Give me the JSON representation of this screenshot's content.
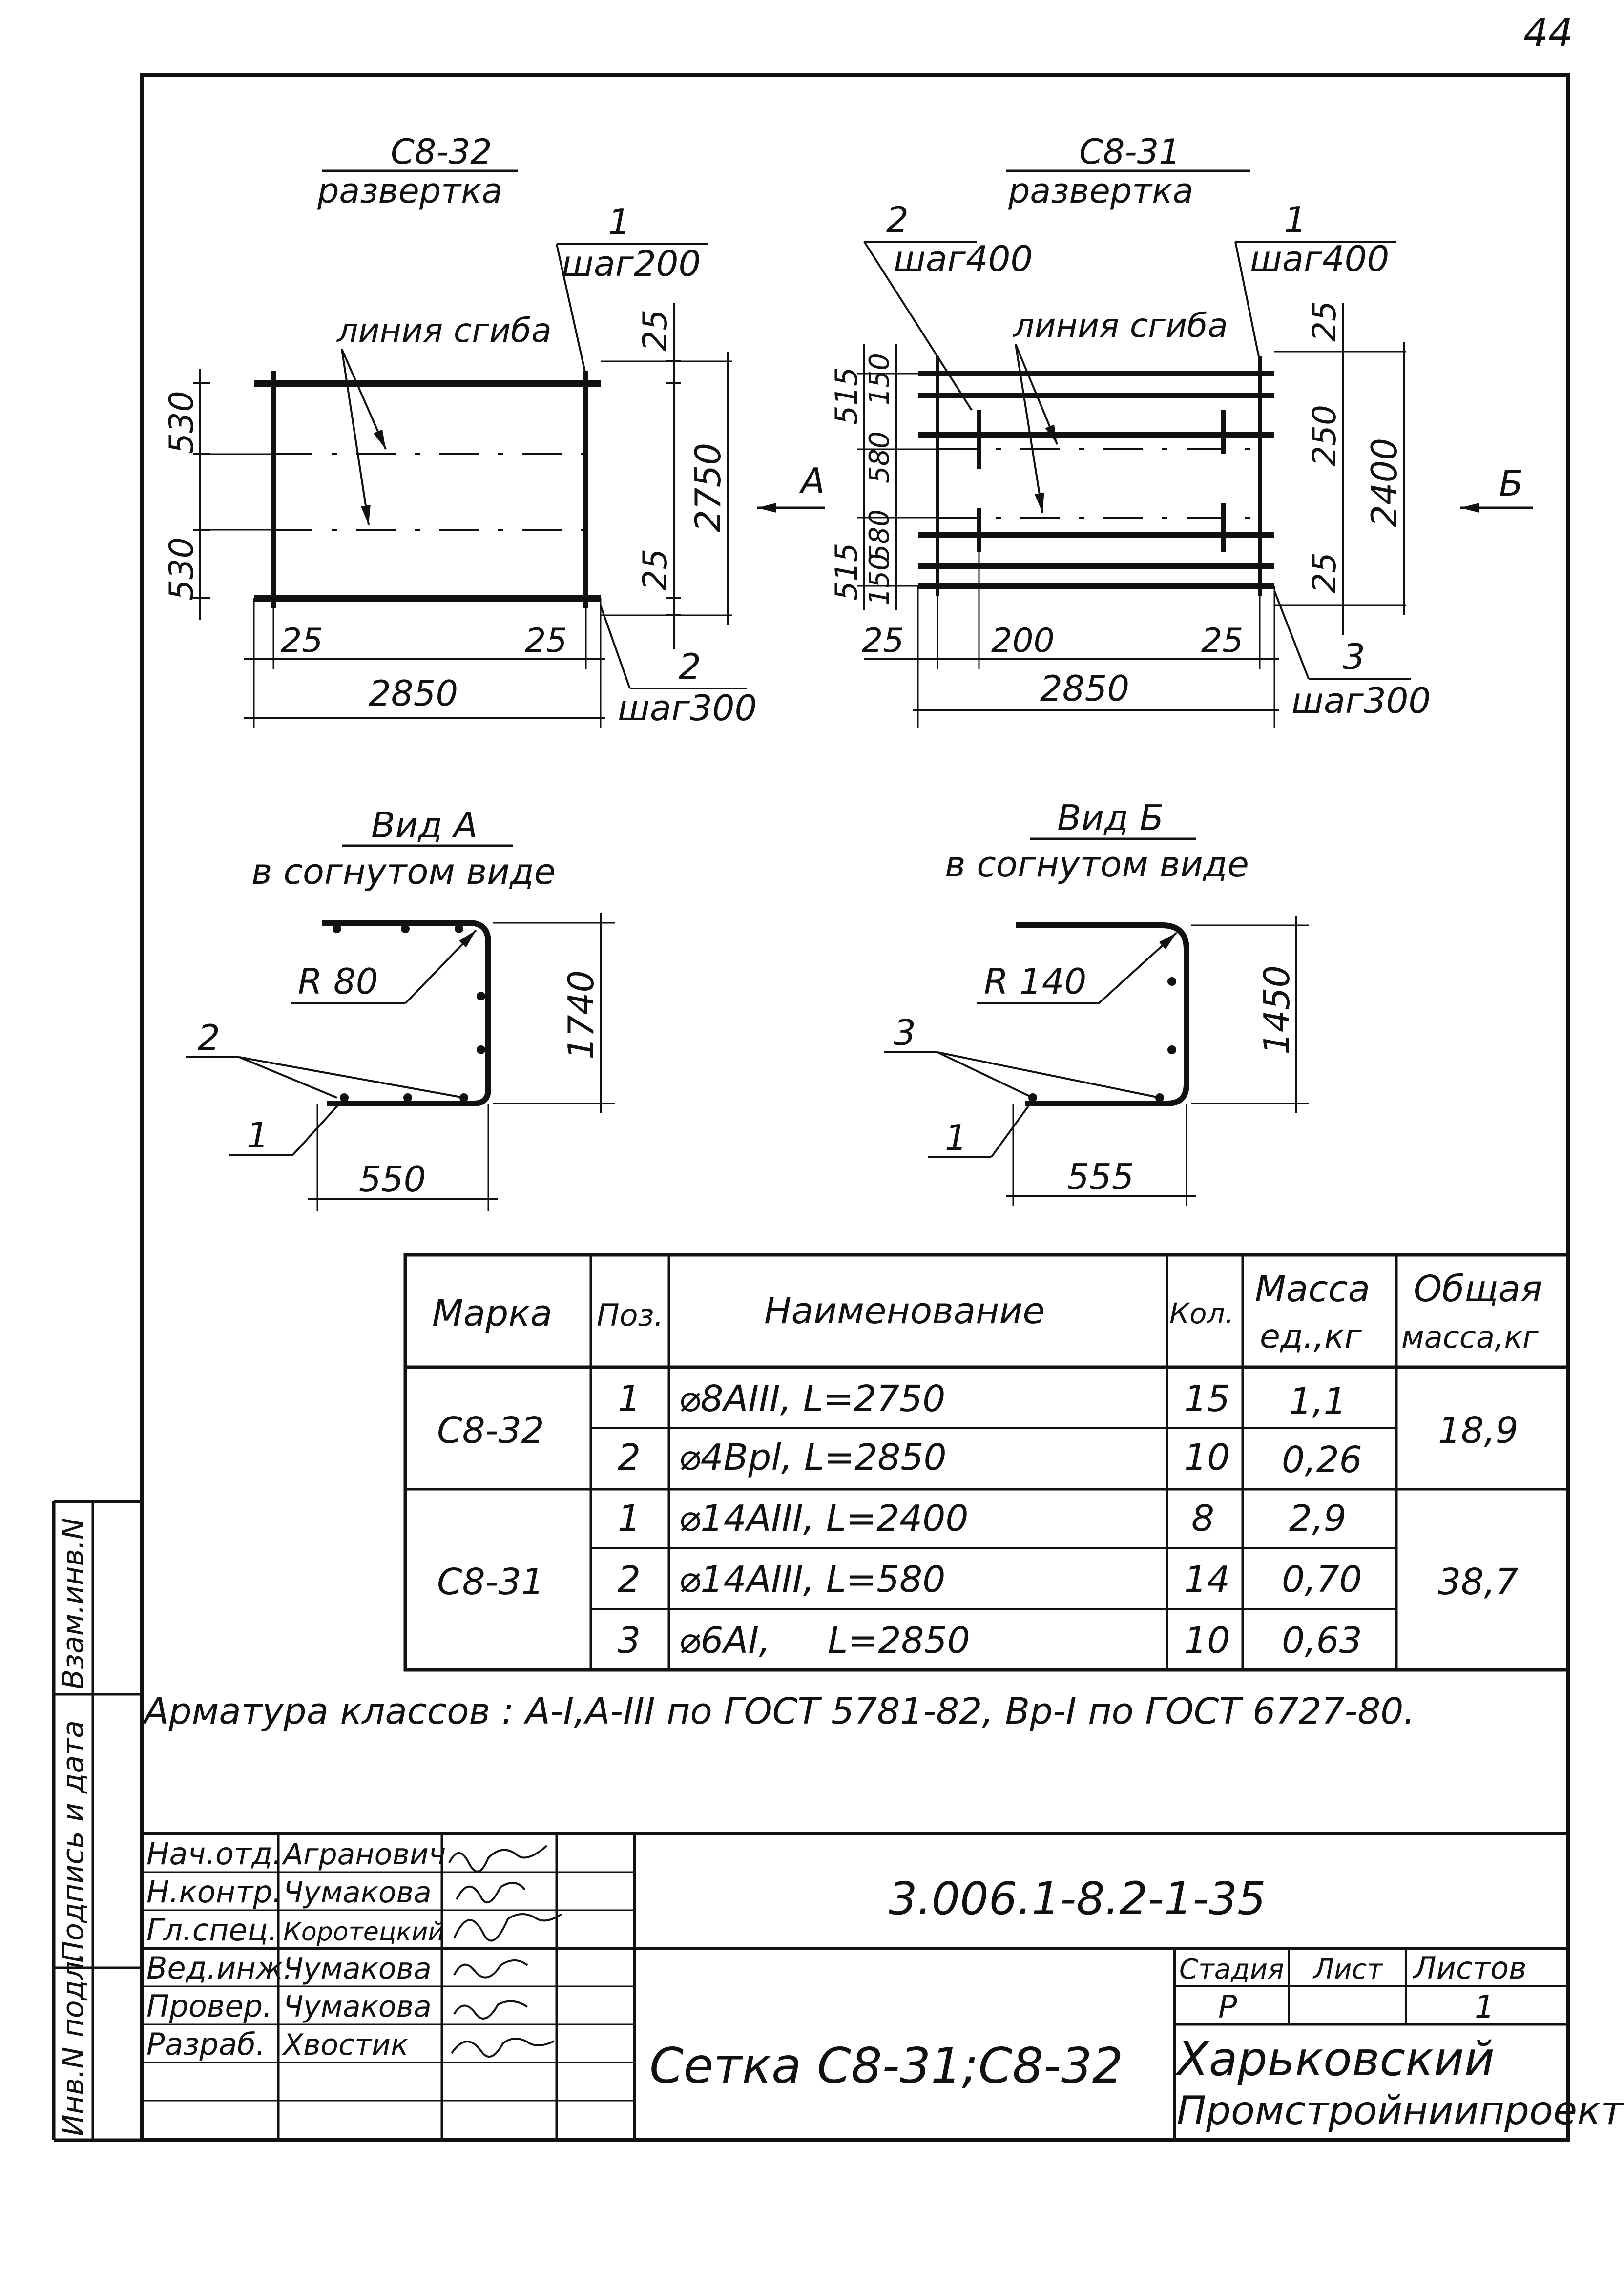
{
  "sheet_number": "44",
  "drawing_left": {
    "title": "С8-32",
    "subtitle": "развертка",
    "callout_top_pos": "1",
    "callout_top_step": "шаг200",
    "callout_bottom_pos": "2",
    "callout_bottom_step": "шаг300",
    "bend_label": "линия сгиба",
    "dims": {
      "d530a": "530",
      "d530b": "530",
      "d25tr": "25",
      "d25br": "25",
      "d2750": "2750",
      "d25bl": "25",
      "d25bm": "25",
      "d2850": "2850"
    },
    "view_arrow": "А"
  },
  "drawing_right": {
    "title": "С8-31",
    "subtitle": "развертка",
    "callout_top_left_pos": "2",
    "callout_top_left_step": "шаг400",
    "callout_top_right_pos": "1",
    "callout_top_right_step": "шаг400",
    "callout_bottom_pos": "3",
    "callout_bottom_step": "шаг300",
    "bend_label": "линия сгиба",
    "dims": {
      "d515a": "515",
      "d150a": "150",
      "d580a": "580",
      "d580b": "580",
      "d150b": "150",
      "d515b": "515",
      "d25a": "25",
      "d250": "250",
      "d2400": "2400",
      "d25b": "25",
      "d25bl": "25",
      "d200": "200",
      "d25br": "25",
      "d2850": "2850"
    },
    "view_arrow": "Б"
  },
  "view_a": {
    "title": "Вид А",
    "subtitle": "в согнутом виде",
    "radius": "R 80",
    "height": "1740",
    "width": "550",
    "pos_top": "2",
    "pos_bottom": "1"
  },
  "view_b": {
    "title": "Вид Б",
    "subtitle": "в согнутом виде",
    "radius": "R 140",
    "height": "1450",
    "width": "555",
    "pos_top": "3",
    "pos_bottom": "1"
  },
  "spec_table": {
    "headers": {
      "mark": "Марка",
      "pos": "Поз.",
      "name": "Наименование",
      "qty": "Кол.",
      "mass_unit_1": "Масса",
      "mass_unit_2": "ед.,кг",
      "mass_total_1": "Общая",
      "mass_total_2": "масса,кг"
    },
    "groups": [
      {
        "mark": "С8-32",
        "total": "18,9",
        "rows": [
          {
            "pos": "1",
            "name": "⌀8AIII,  L=2750",
            "qty": "15",
            "mass": "1,1"
          },
          {
            "pos": "2",
            "name": "⌀4Bpl,  L=2850",
            "qty": "10",
            "mass": "0,26"
          }
        ]
      },
      {
        "mark": "С8-31",
        "total": "38,7",
        "rows": [
          {
            "pos": "1",
            "name": "⌀14AIII, L=2400",
            "qty": "8",
            "mass": "2,9"
          },
          {
            "pos": "2",
            "name": "⌀14AIII, L=580",
            "qty": "14",
            "mass": "0,70"
          },
          {
            "pos": "3",
            "name": "⌀6AI,     L=2850",
            "qty": "10",
            "mass": "0,63"
          }
        ]
      }
    ]
  },
  "note": "Арматура классов : А-I,А-III по ГОСТ 5781-82, Вр-I по ГОСТ 6727-80.",
  "side_stamp": {
    "cell1": "Инв.N подл.",
    "cell2": "Подпись и дата",
    "cell3": "Взам.инв.N"
  },
  "title_block": {
    "people": [
      {
        "role": "Нач.отд.",
        "name": "Агранович"
      },
      {
        "role": "Н.контр.",
        "name": "Чумакова"
      },
      {
        "role": "Гл.спец.",
        "name": "Коротецкий"
      },
      {
        "role": "Вед.инж.",
        "name": "Чумакова"
      },
      {
        "role": "Провер.",
        "name": "Чумакова"
      },
      {
        "role": "Разраб.",
        "name": "Хвостик"
      }
    ],
    "doc_code": "3.006.1-8.2-1-35",
    "drawing_name": "Сетка С8-31;С8-32",
    "stage_label": "Стадия",
    "sheet_label": "Лист",
    "sheets_label": "Листов",
    "stage_value": "Р",
    "sheet_value": "",
    "sheets_value": "1",
    "org_line1": "Харьковский",
    "org_line2": "Промстройниипроект"
  }
}
